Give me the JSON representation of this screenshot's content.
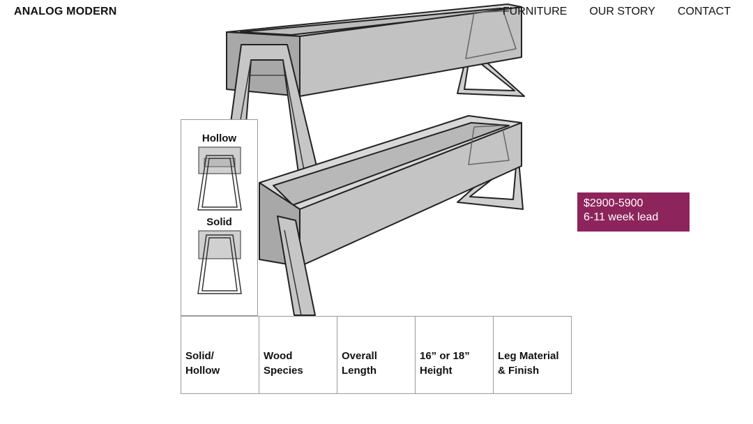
{
  "header": {
    "brand": "ANALOG MODERN",
    "nav": [
      "FURNITURE",
      "OUR STORY",
      "CONTACT"
    ]
  },
  "leg_options": {
    "hollow_label": "Hollow",
    "solid_label": "Solid"
  },
  "price_badge": {
    "price": "$2900-5900",
    "lead_time": "6-11 week lead",
    "color": "#8d245c"
  },
  "tiles": [
    "Solid/\nHollow",
    "Wood\nSpecies",
    "Overall\nLength",
    "16” or 18”\nHeight",
    "Leg Material\n& Finish"
  ]
}
